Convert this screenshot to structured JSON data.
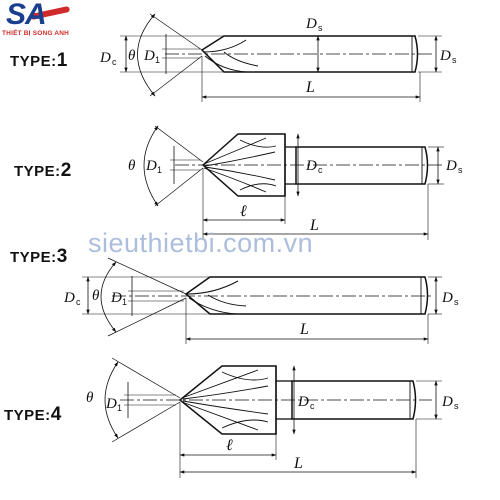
{
  "logo": {
    "mark": "SA",
    "subtitle": "THIẾT BỊ SONG ANH"
  },
  "watermark": "sieuthietbi.com.vn",
  "types": [
    {
      "prefix": "TYPE:",
      "number": "1"
    },
    {
      "prefix": "TYPE:",
      "number": "2"
    },
    {
      "prefix": "TYPE:",
      "number": "3"
    },
    {
      "prefix": "TYPE:",
      "number": "4"
    }
  ],
  "symbols": {
    "D": "D",
    "sub_s": "s",
    "sub_c": "c",
    "sub_1": "1",
    "theta": "θ",
    "L": "L",
    "l": "ℓ"
  },
  "colors": {
    "logo_blue": "#1b3f8f",
    "logo_red": "#d12a2a",
    "watermark": "#9eb3d6",
    "line": "#111111"
  }
}
